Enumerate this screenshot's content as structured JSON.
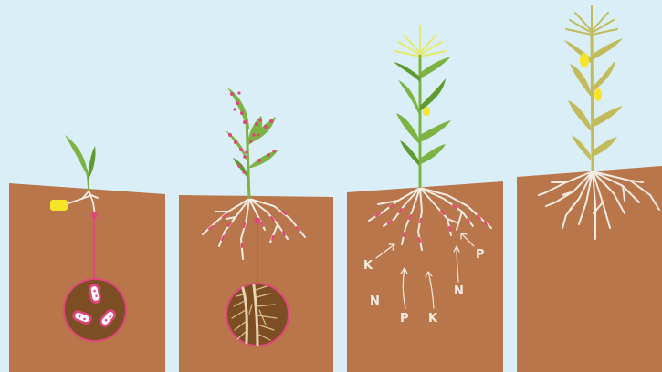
{
  "colors": {
    "sky": "#d9eef7",
    "soil": "#b9764a",
    "soil_dark": "#7d4d23",
    "leaf": "#7cb342",
    "leaf_dark": "#5f9a2f",
    "leaf_mature": "#c2bb5b",
    "root": "#f3ece4",
    "microbe_pink": "#e0457b",
    "tag_yellow": "#f5e427",
    "nutrient_text": "#f5ece2"
  },
  "panels": [
    {
      "stage": "seedling",
      "features": [
        "tag",
        "microbe-magnifier"
      ]
    },
    {
      "stage": "young-plant",
      "features": [
        "spotted-leaves",
        "root-hair-magnifier"
      ]
    },
    {
      "stage": "growing-plant",
      "features": [
        "nutrient-uptake-arrows"
      ]
    },
    {
      "stage": "mature-plant",
      "features": []
    }
  ],
  "nutrients": {
    "k_upper": "K",
    "p_upper": "P",
    "n_left": "N",
    "p_lower": "P",
    "k_lower": "K",
    "n_right": "N"
  }
}
